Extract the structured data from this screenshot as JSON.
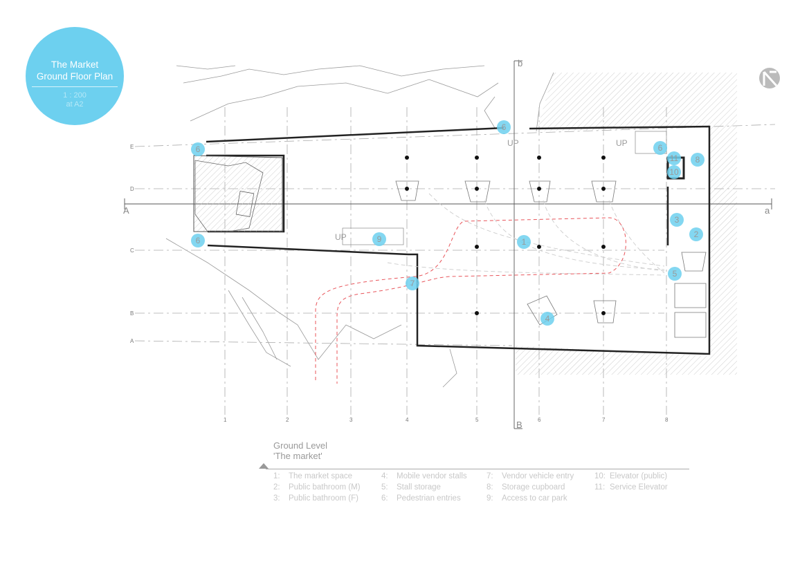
{
  "title": {
    "line1": "The Market",
    "line2": "Ground Floor Plan",
    "scale": "1 : 200",
    "sheet": "at A2"
  },
  "legend": {
    "heading1": "Ground Level",
    "heading2": "'The market'",
    "items": [
      {
        "num": "1:",
        "label": "The market space"
      },
      {
        "num": "2:",
        "label": "Public bathroom (M)"
      },
      {
        "num": "3:",
        "label": "Public bathroom (F)"
      },
      {
        "num": "4:",
        "label": "Mobile vendor stalls"
      },
      {
        "num": "5:",
        "label": "Stall storage"
      },
      {
        "num": "6:",
        "label": "Pedestrian entries"
      },
      {
        "num": "7:",
        "label": "Vendor vehicle entry"
      },
      {
        "num": "8:",
        "label": "Storage cupboard"
      },
      {
        "num": "9:",
        "label": "Access to car park"
      },
      {
        "num": "10:",
        "label": "Elevator (public)"
      },
      {
        "num": "11:",
        "label": "Service Elevator"
      }
    ]
  },
  "grid": {
    "columns": [
      "1",
      "2",
      "3",
      "4",
      "5",
      "6",
      "7",
      "8"
    ],
    "rows": [
      "E",
      "D",
      "C",
      "B",
      "A"
    ]
  },
  "sections": {
    "a_left": "A",
    "a_right": "a",
    "b_top": "b",
    "b_bottom": "B"
  },
  "stairs": {
    "up": "UP"
  },
  "markers": [
    "6",
    "6",
    "6",
    "6",
    "11",
    "10",
    "8",
    "3",
    "2",
    "1",
    "9",
    "7",
    "5",
    "4"
  ],
  "colors": {
    "accent": "#6dd0ef",
    "vehicle_path": "#e8545a"
  }
}
